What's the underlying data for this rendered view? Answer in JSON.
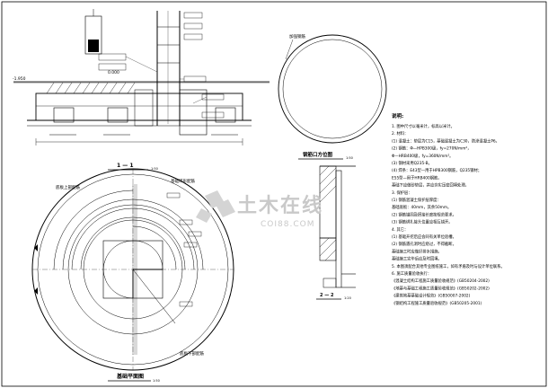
{
  "drawing": {
    "section_title": "1 — 1",
    "section_scale": "1:50",
    "plan_title": "基础平面图",
    "plan_scale": "1:50",
    "plan_label_top_left": "底板上部配筋",
    "plan_label_top_right": "基础环形配筋",
    "plan_label_bottom_right": "底板下部配筋",
    "circle_title": "钢筋口方位图",
    "circle_scale": "1:50",
    "circle_tag": "加强钢筋",
    "detail_title": "2 — 2",
    "detail_scale": "1:20",
    "elev_left": "-1.950",
    "elev_top": "0.000"
  },
  "notes": {
    "heading": "说明:",
    "lines": [
      "1. 图中尺寸以毫米计，标高以米计。",
      "2. 材料：",
      "  (1) 混凝土：垫层为C15，基础混凝土为C30，防渗混凝土P6。",
      "  (2) 钢筋：Φ—HPB300级，fy=270N/mm²，",
      "       Φ—HRB400级，fy=360N/mm²。",
      "  (3) 钢材采用Q235-B。",
      "  (4) 焊条：E43型—用于HPB300钢筋，Q235钢材；",
      "       E55型—用于HRB400钢筋。",
      "  基础下应做砂垫层，并应夯实压密回填处理。",
      "3. 保护层：",
      "  (1) 钢筋混凝土保护层厚度：",
      "  基础底板：40mm，其余50mm。",
      "  (2) 钢筋锚固及搭接长度按规范要求。",
      "  (3) 钢筋绑扎接头位置应相互错开。",
      "4. 其它：",
      "  (1) 基础开挖后应会同有关单位验槽。",
      "  (2) 钢筋遇孔洞时应绕过，不得截断。",
      "  基础施工时应做好排水措施。",
      "  基础施工完毕后应及时回填。",
      "5. 本图须配合其他专业图纸施工，如有矛盾及时与设计单位联系。",
      "6. 施工质量验收执行：",
      "  《混凝土结构工程施工质量验收规范》(GB50204-2002)",
      "  《地基与基础工程施工质量验收规范》(GB50202-2002)",
      "  《建筑地基基础设计规范》(GB50007-2002)",
      "  《钢结构工程施工质量验收规范》(GB50205-2001)"
    ]
  },
  "watermark": {
    "cn": "土木在线",
    "en": "COI88.COM",
    "color": "#c9c9c9"
  },
  "colors": {
    "ink": "#000000",
    "paper": "#ffffff"
  }
}
